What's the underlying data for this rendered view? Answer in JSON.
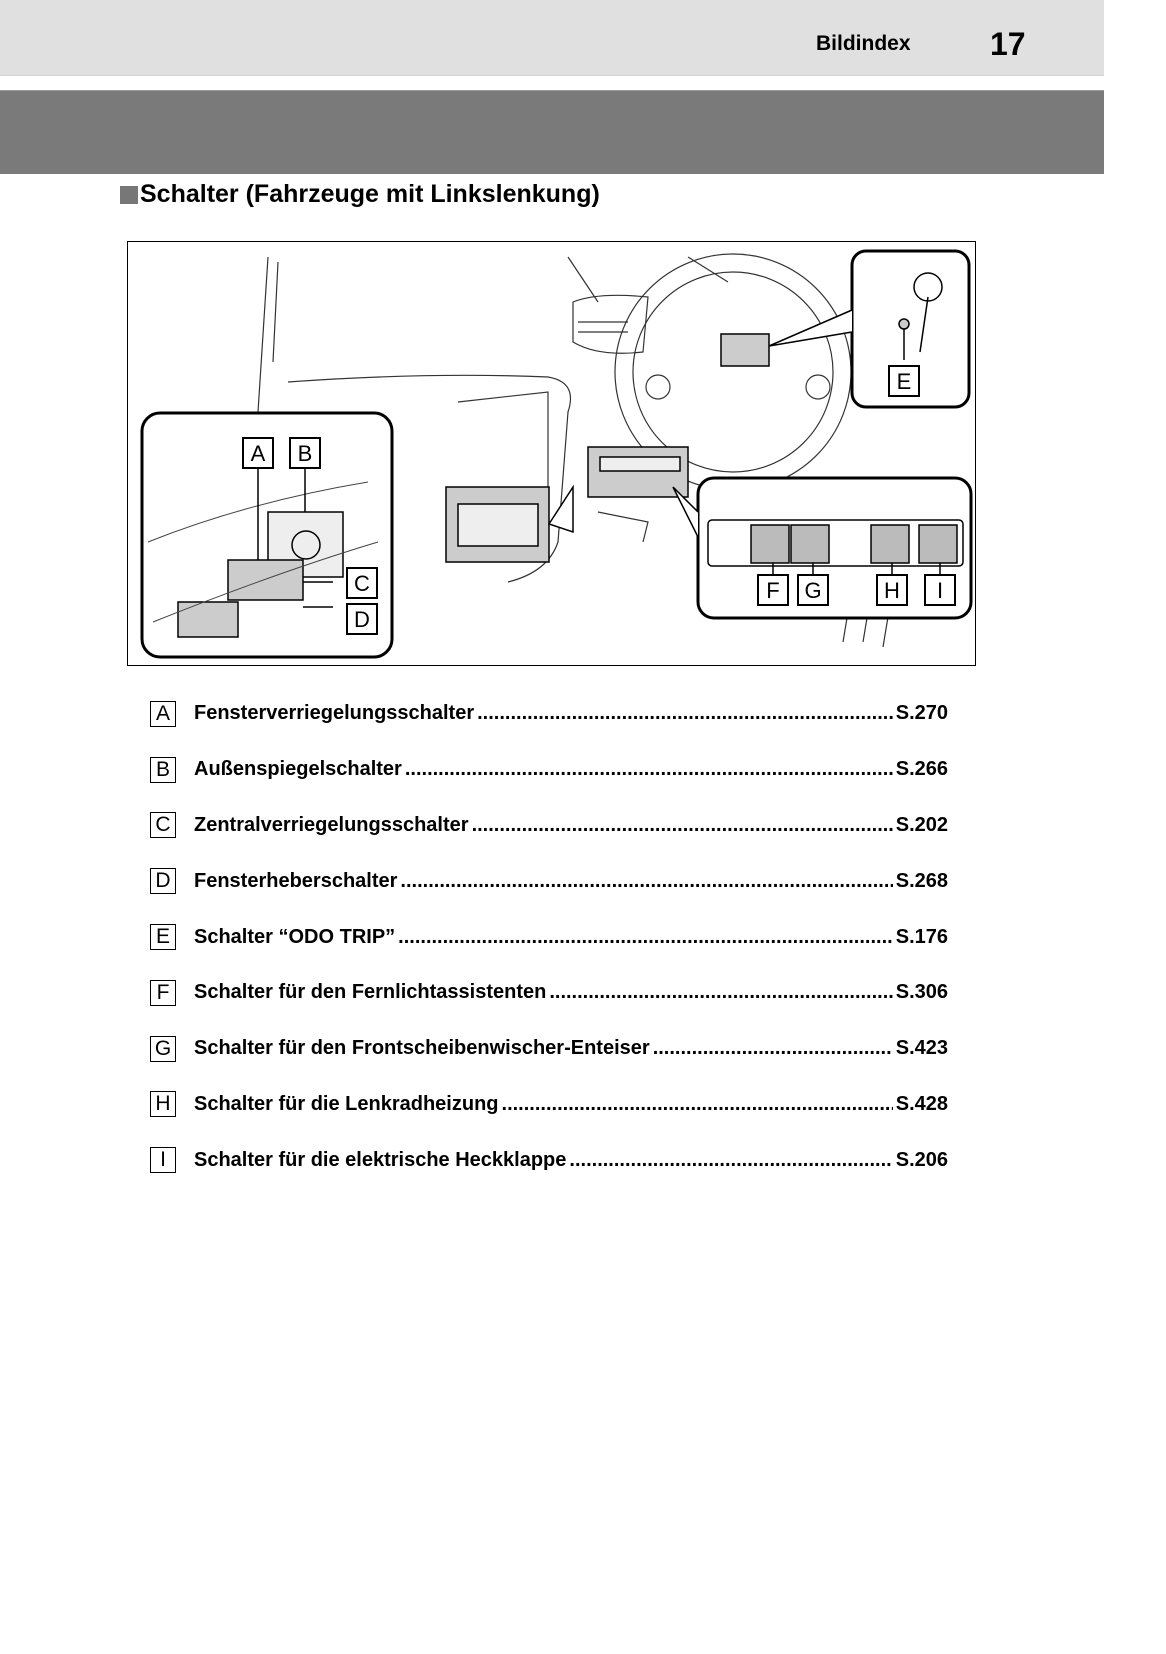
{
  "header": {
    "section": "Bildindex",
    "page_number": "17"
  },
  "title": "Schalter (Fahrzeuge mit Linkslenkung)",
  "figure": {
    "callouts": [
      "A",
      "B",
      "C",
      "D",
      "E",
      "F",
      "G",
      "H",
      "I"
    ]
  },
  "items": [
    {
      "label": "A",
      "text": "Fensterverriegelungsschalter",
      "page": "S.270"
    },
    {
      "label": "B",
      "text": "Außenspiegelschalter",
      "page": "S.266"
    },
    {
      "label": "C",
      "text": "Zentralverriegelungsschalter",
      "page": "S.202"
    },
    {
      "label": "D",
      "text": "Fensterheberschalter",
      "page": "S.268"
    },
    {
      "label": "E",
      "text": "Schalter “ODO TRIP”",
      "page": "S.176"
    },
    {
      "label": "F",
      "text": "Schalter für den Fernlichtassistenten",
      "page": "S.306"
    },
    {
      "label": "G",
      "text": "Schalter für den Frontscheibenwischer-Enteiser",
      "page": "S.423"
    },
    {
      "label": "H",
      "text": "Schalter für die Lenkradheizung",
      "page": "S.428"
    },
    {
      "label": "I",
      "text": "Schalter für die elektrische Heckklappe",
      "page": "S.206"
    }
  ]
}
